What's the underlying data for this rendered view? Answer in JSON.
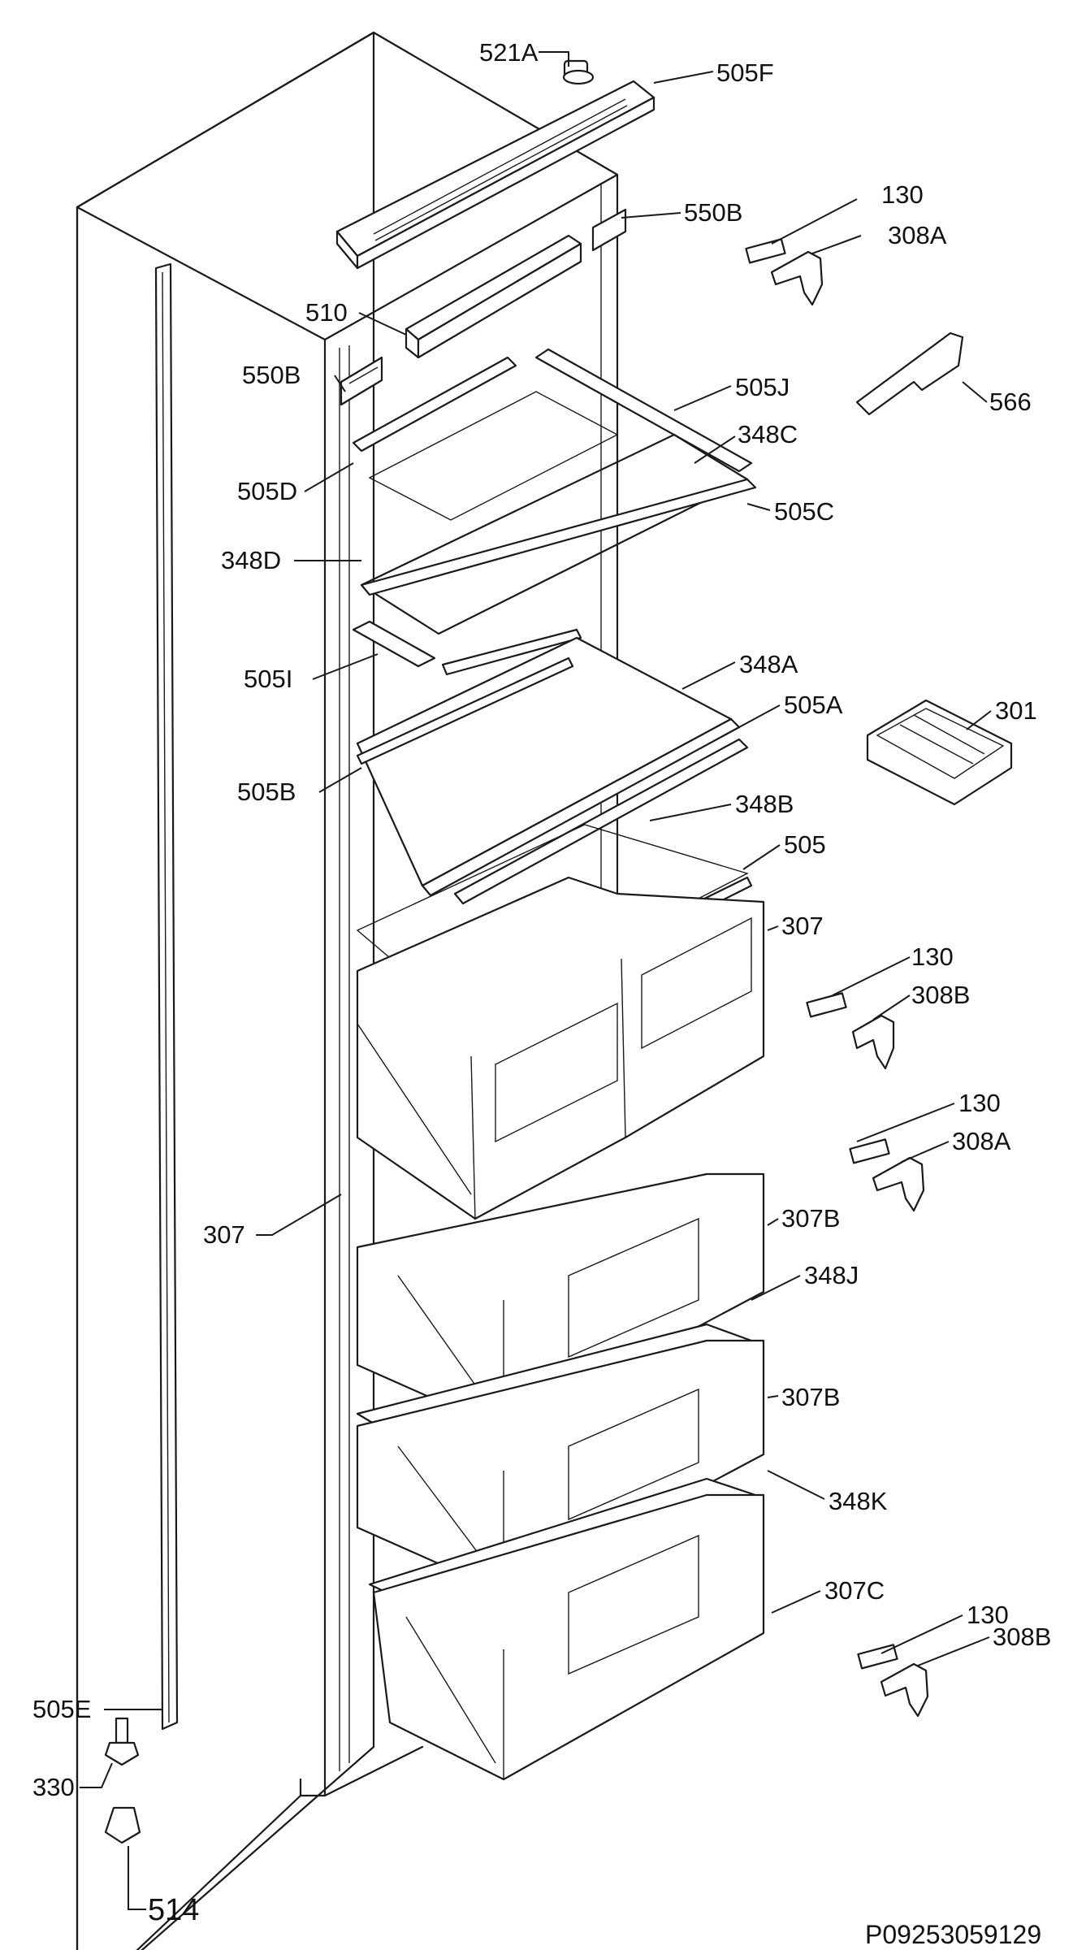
{
  "diagram": {
    "drawing_code": "P09253059129",
    "labels": [
      {
        "id": "521a",
        "text": "521A"
      },
      {
        "id": "505f",
        "text": "505F"
      },
      {
        "id": "550b-right",
        "text": "550B"
      },
      {
        "id": "130-a",
        "text": "130"
      },
      {
        "id": "308a-a",
        "text": "308A"
      },
      {
        "id": "510",
        "text": "510"
      },
      {
        "id": "550b-left",
        "text": "550B"
      },
      {
        "id": "566",
        "text": "566"
      },
      {
        "id": "505j",
        "text": "505J"
      },
      {
        "id": "348c",
        "text": "348C"
      },
      {
        "id": "505d",
        "text": "505D"
      },
      {
        "id": "505c",
        "text": "505C"
      },
      {
        "id": "348d",
        "text": "348D"
      },
      {
        "id": "505i",
        "text": "505I"
      },
      {
        "id": "348a",
        "text": "348A"
      },
      {
        "id": "505a",
        "text": "505A"
      },
      {
        "id": "301",
        "text": "301"
      },
      {
        "id": "505b",
        "text": "505B"
      },
      {
        "id": "348b",
        "text": "348B"
      },
      {
        "id": "505",
        "text": "505"
      },
      {
        "id": "307-right",
        "text": "307"
      },
      {
        "id": "130-b",
        "text": "130"
      },
      {
        "id": "308b-b",
        "text": "308B"
      },
      {
        "id": "130-c",
        "text": "130"
      },
      {
        "id": "308a-c",
        "text": "308A"
      },
      {
        "id": "307-left",
        "text": "307"
      },
      {
        "id": "307b-upper",
        "text": "307B"
      },
      {
        "id": "348j",
        "text": "348J"
      },
      {
        "id": "307b-lower",
        "text": "307B"
      },
      {
        "id": "348k",
        "text": "348K"
      },
      {
        "id": "307c",
        "text": "307C"
      },
      {
        "id": "130-d",
        "text": "130"
      },
      {
        "id": "308b-d",
        "text": "308B"
      },
      {
        "id": "505e",
        "text": "505E"
      },
      {
        "id": "330",
        "text": "330"
      },
      {
        "id": "514",
        "text": "514"
      }
    ]
  }
}
